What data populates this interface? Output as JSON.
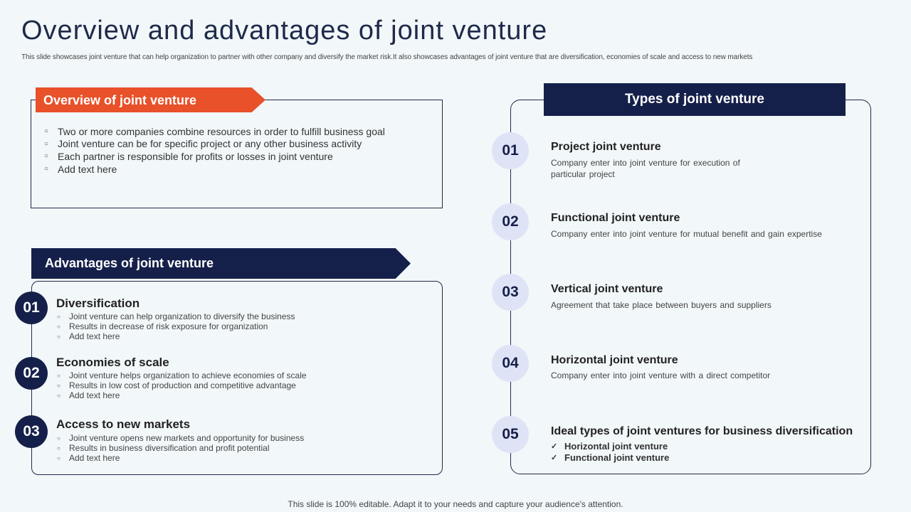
{
  "title": "Overview and advantages of joint venture",
  "subtitle": "This slide showcases joint venture that can help organization to partner with other company and diversify the market risk.It also showcases advantages of joint venture that are diversification, economies of scale and access to new markets",
  "overview": {
    "heading": "Overview of joint venture",
    "items": [
      "Two or more companies combine resources in order to fulfill business goal",
      "Joint venture can be for specific project or any other business activity",
      "Each partner is responsible for profits or losses in joint venture",
      "Add text here"
    ]
  },
  "advantages": {
    "heading": "Advantages of joint venture",
    "items": [
      {
        "num": "01",
        "title": "Diversification",
        "points": [
          "Joint venture can help organization to diversify the business",
          "Results in decrease of risk exposure for organization",
          "Add text here"
        ]
      },
      {
        "num": "02",
        "title": "Economies of scale",
        "points": [
          "Joint venture helps organization to achieve economies of scale",
          "Results in low cost of production and competitive advantage",
          "Add text here"
        ]
      },
      {
        "num": "03",
        "title": "Access to new markets",
        "points": [
          "Joint venture opens new markets and opportunity for business",
          "Results in business diversification and profit potential",
          "Add text here"
        ]
      }
    ]
  },
  "types": {
    "heading": "Types of joint venture",
    "items": [
      {
        "num": "01",
        "title": "Project joint venture",
        "desc_lines": [
          "Company enter into joint venture  for execution of",
          "particular project"
        ]
      },
      {
        "num": "02",
        "title": "Functional joint venture",
        "desc_lines": [
          "Company enter into joint venture  for mutual benefit and gain expertise"
        ]
      },
      {
        "num": "03",
        "title": "Vertical joint venture",
        "desc_lines": [
          "Agreement that take place between  buyers and suppliers"
        ]
      },
      {
        "num": "04",
        "title": "Horizontal joint venture",
        "desc_lines": [
          "Company enter into joint venture  with a direct competitor"
        ]
      },
      {
        "num": "05",
        "title": "Ideal types of joint ventures for business diversification",
        "checks": [
          "Horizontal joint venture",
          "Functional joint venture"
        ]
      }
    ]
  },
  "footer": "This slide is 100% editable. Adapt it to your needs and capture your audience's attention.",
  "colors": {
    "accent_orange": "#e8512a",
    "navy": "#15204a",
    "circle_light": "#dfe3f6",
    "background": "#f2f7f9"
  }
}
